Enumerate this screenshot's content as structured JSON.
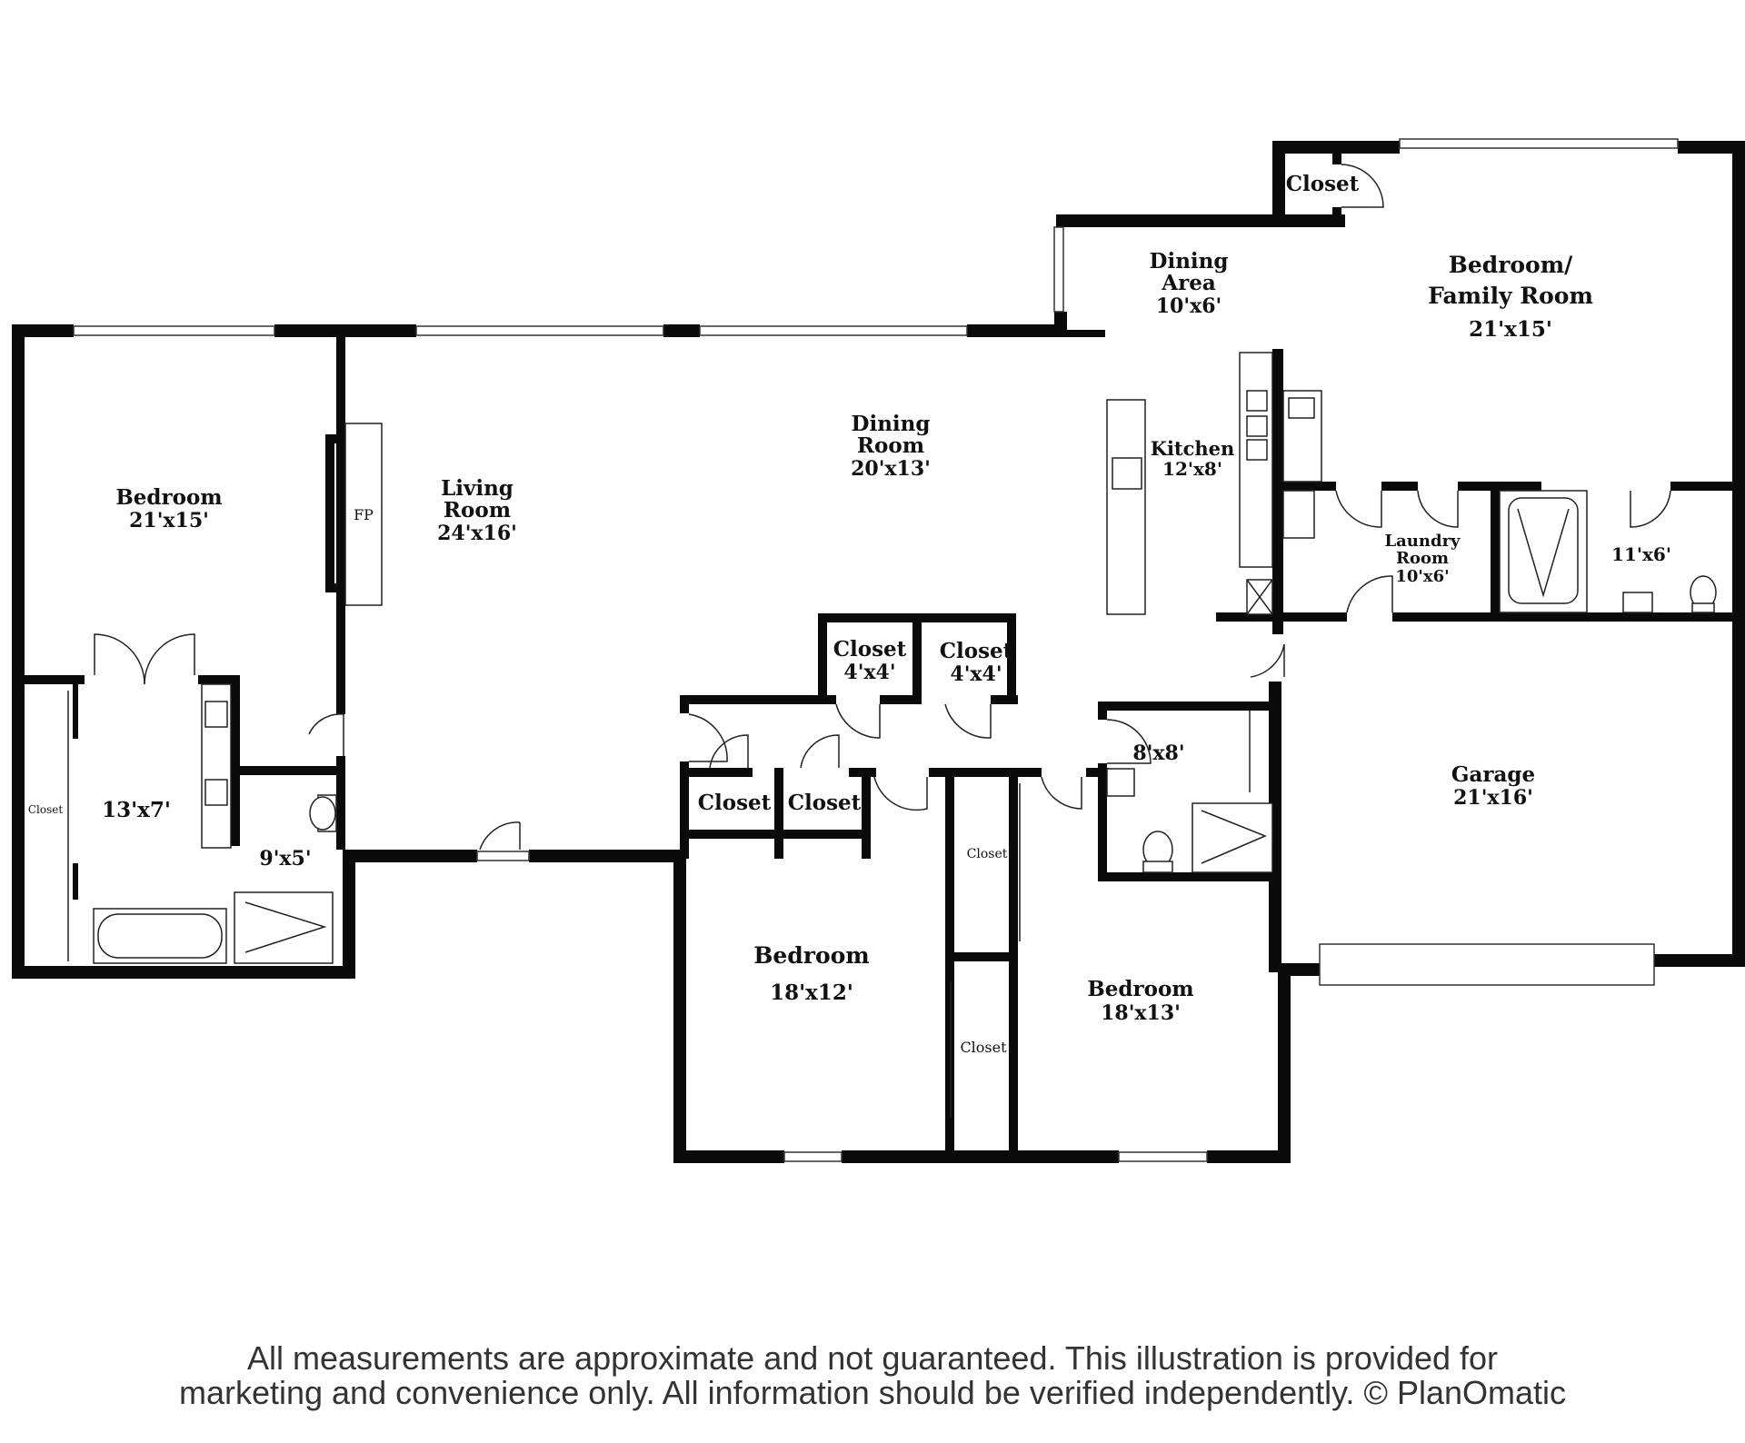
{
  "rooms": {
    "master_bedroom": {
      "name": "Bedroom",
      "dim": "21'x15'"
    },
    "living_room": {
      "name_line1": "Living",
      "name_line2": "Room",
      "dim": "24'x16'"
    },
    "fireplace": {
      "name": "FP"
    },
    "dining_room": {
      "name_line1": "Dining",
      "name_line2": "Room",
      "dim": "20'x13'"
    },
    "dining_area": {
      "name_line1": "Dining",
      "name_line2": "Area",
      "dim": "10'x6'"
    },
    "family_room": {
      "name_line1": "Bedroom/",
      "name_line2": "Family Room",
      "dim": "21'x15'"
    },
    "top_closet": {
      "name": "Closet"
    },
    "kitchen": {
      "name": "Kitchen",
      "dim": "12'x8'"
    },
    "laundry": {
      "name_line1": "Laundry",
      "name_line2": "Room",
      "dim": "10'x6'"
    },
    "bath_right": {
      "dim": "11'x6'"
    },
    "master_bath": {
      "dim": "13'x7'"
    },
    "master_closet": {
      "name": "Closet"
    },
    "toilet_room": {
      "dim": "9'x5'"
    },
    "closet_a": {
      "name": "Closet",
      "dim": "4'x4'"
    },
    "closet_b": {
      "name": "Closet",
      "dim": "4'x4'"
    },
    "closet_c": {
      "name": "Closet"
    },
    "closet_d": {
      "name": "Closet"
    },
    "closet_e": {
      "name": "Closet"
    },
    "closet_f": {
      "name": "Closet"
    },
    "hall_bath": {
      "dim": "8'x8'"
    },
    "bedroom_2": {
      "name": "Bedroom",
      "dim": "18'x12'"
    },
    "bedroom_3": {
      "name": "Bedroom",
      "dim": "18'x13'"
    },
    "garage": {
      "name": "Garage",
      "dim": "21'x16'"
    }
  },
  "disclaimer": {
    "line1": "All measurements are approximate and not guaranteed. This illustration is provided for",
    "line2": "marketing and convenience only. All information should be verified independently. © PlanOmatic"
  }
}
